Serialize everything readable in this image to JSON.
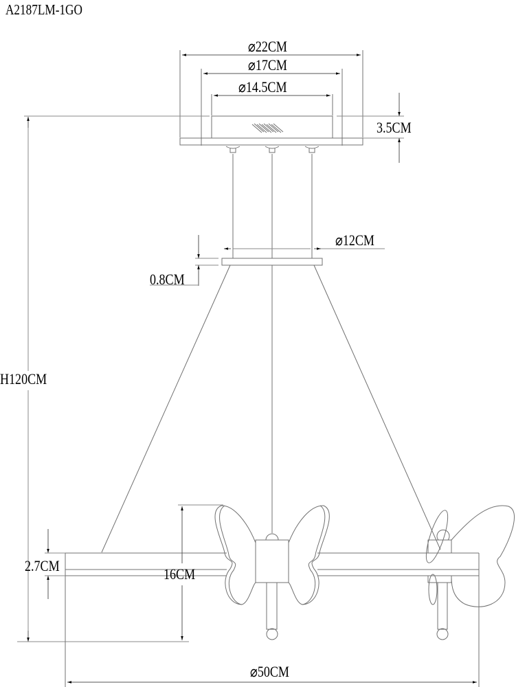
{
  "title": "A2187LM-1GO",
  "colors": {
    "line": "#6e6e6e",
    "dim_line": "#8a8a8a",
    "text": "#000000",
    "background": "#ffffff"
  },
  "dimensions": {
    "canopy_outer_diameter": "⌀22CM",
    "canopy_mid_diameter": "⌀17CM",
    "canopy_inner_diameter": "⌀14.5CM",
    "canopy_height": "3.5CM",
    "hub_diameter": "⌀12CM",
    "hub_thickness": "0.8CM",
    "total_height": "H120CM",
    "ring_thickness": "2.7CM",
    "butterfly_height": "16CM",
    "ring_diameter": "⌀50CM"
  }
}
